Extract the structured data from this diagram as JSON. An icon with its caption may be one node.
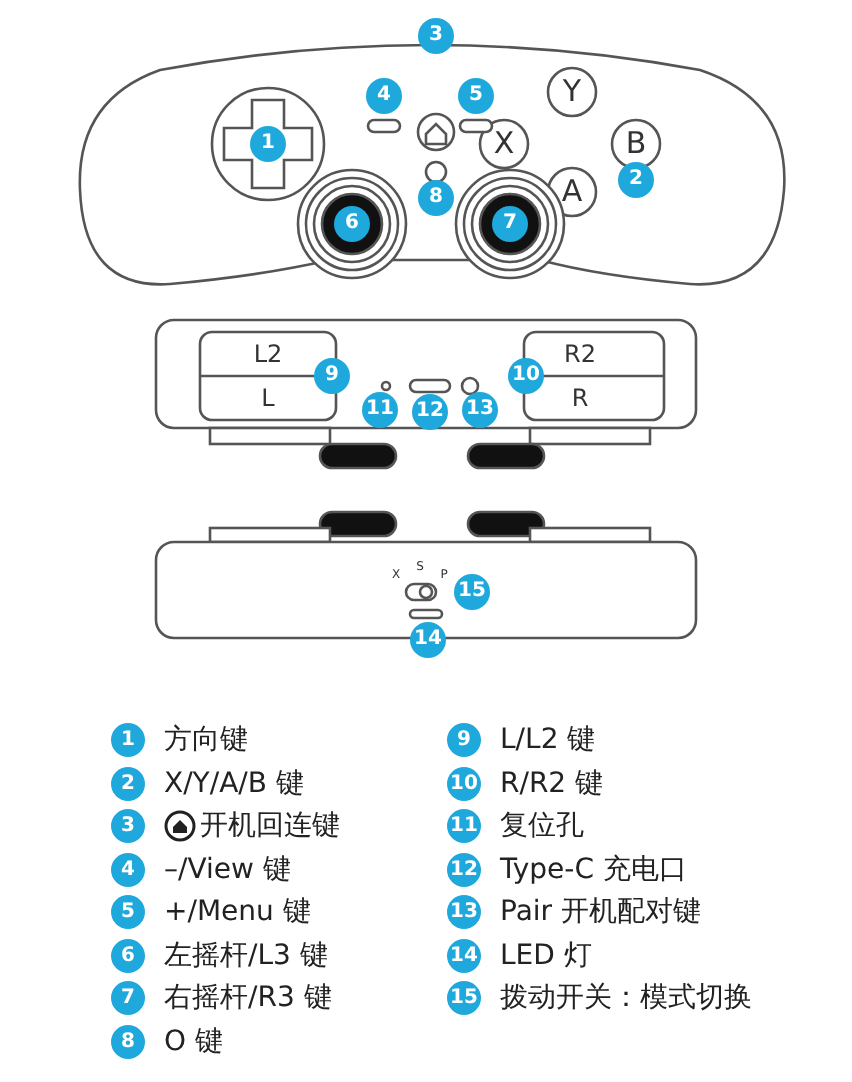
{
  "diagram": {
    "labels": [
      "3",
      "4",
      "5",
      "Y",
      "1",
      "X",
      "B",
      "A",
      "2",
      "8",
      "6",
      "7",
      "L2",
      "R2",
      "9",
      "10",
      "L",
      "R",
      "11",
      "12",
      "13",
      "X",
      "S",
      "P",
      "15",
      "14",
      "1",
      "方向键",
      "2",
      "X/Y/A/B 键",
      "3",
      "开机回连键",
      "4",
      "–/View 键",
      "5",
      "+/Menu 键",
      "6",
      "左摇杆/L3 键",
      "7",
      "右摇杆/R3 键",
      "8",
      "O 键",
      "9",
      "L/L2 键",
      "10",
      "R/R2 键",
      "11",
      "复位孔",
      "12",
      "Type-C 充电口",
      "13",
      "Pair 开机配对键",
      "14",
      "LED 灯",
      "15",
      "拨动开关：模式切换"
    ]
  }
}
